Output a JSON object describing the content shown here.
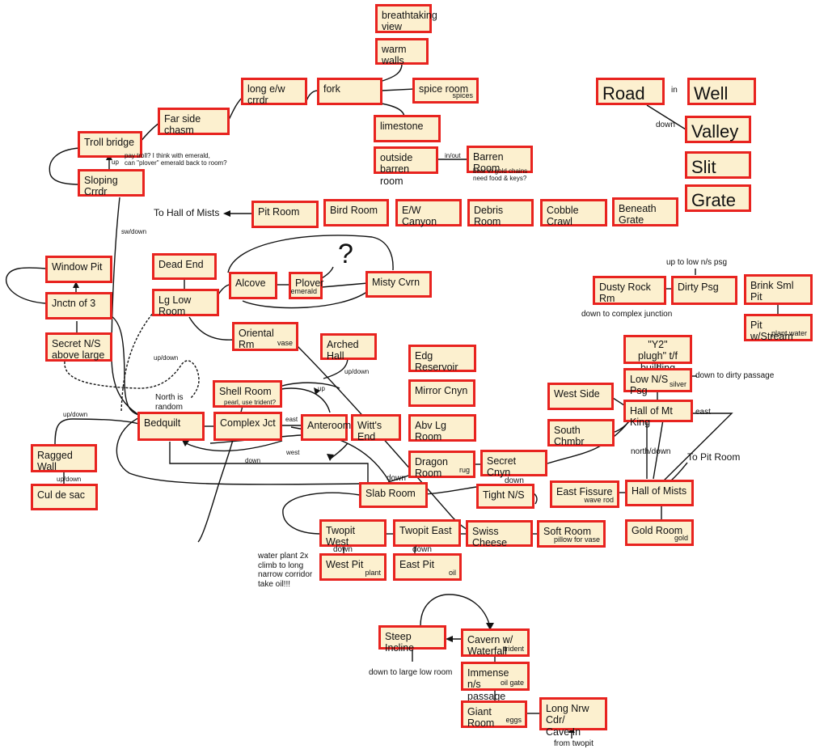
{
  "rooms": {
    "breathtaking": {
      "name": "breathtaking\nview"
    },
    "warm_walls": {
      "name": "warm walls"
    },
    "fork": {
      "name": "fork"
    },
    "spice_room": {
      "name": "spice room",
      "note": "spices"
    },
    "long_ew": {
      "name": "long e/w crrdr"
    },
    "far_side": {
      "name": "Far side chasm"
    },
    "troll_bridge": {
      "name": "Troll bridge"
    },
    "sloping": {
      "name": "Sloping Crrdr"
    },
    "limestone": {
      "name": "limestone"
    },
    "outside_barren": {
      "name": "outside barren\nroom"
    },
    "barren_room": {
      "name": "Barren Room",
      "note": "bear in gold chains\nneed food & keys?"
    },
    "road": {
      "name": "Road"
    },
    "well": {
      "name": "Well"
    },
    "valley": {
      "name": "Valley"
    },
    "slit": {
      "name": "Slit"
    },
    "grate": {
      "name": "Grate"
    },
    "pit_room": {
      "name": "Pit Room"
    },
    "bird_room": {
      "name": "Bird Room"
    },
    "ew_canyon": {
      "name": "E/W Canyon"
    },
    "debris": {
      "name": "Debris Room"
    },
    "cobble": {
      "name": "Cobble Crawl"
    },
    "beneath_grate": {
      "name": "Beneath\nGrate"
    },
    "window_pit": {
      "name": "Window Pit"
    },
    "jnctn3": {
      "name": "Jnctn of 3"
    },
    "secret_ns": {
      "name": "Secret N/S\nabove large"
    },
    "dead_end": {
      "name": "Dead End"
    },
    "lg_low": {
      "name": "Lg Low Room"
    },
    "alcove": {
      "name": "Alcove"
    },
    "plover": {
      "name": "Plover",
      "note": "emerald"
    },
    "misty": {
      "name": "Misty Cvrn"
    },
    "oriental": {
      "name": "Oriental Rm",
      "note": "vase"
    },
    "arched": {
      "name": "Arched Hall"
    },
    "dusty": {
      "name": "Dusty Rock Rm"
    },
    "dirty_psg": {
      "name": "Dirty Psg"
    },
    "brink": {
      "name": "Brink Sml Pit"
    },
    "pit_stream": {
      "name": "Pit w/Stream",
      "note": "plant water"
    },
    "edg_res": {
      "name": "Edg Reservoir"
    },
    "mirror": {
      "name": "Mirror Cnyn"
    },
    "abv_lg": {
      "name": "Abv Lg Room"
    },
    "y2": {
      "name": "\"Y2\"\nplugh\" t/f building"
    },
    "low_ns": {
      "name": "Low N/S Psg",
      "note": "silver"
    },
    "west_side": {
      "name": "West Side"
    },
    "hall_mt_king": {
      "name": "Hall of Mt King"
    },
    "south_chmbr": {
      "name": "South Chmbr"
    },
    "shell": {
      "name": "Shell Room",
      "note": "pearl, use trident?"
    },
    "bedquilt": {
      "name": "Bedquilt"
    },
    "complex": {
      "name": "Complex Jct"
    },
    "anteroom": {
      "name": "Anteroom"
    },
    "witts": {
      "name": "Witt's End"
    },
    "ragged": {
      "name": "Ragged Wall"
    },
    "cul_de_sac": {
      "name": "Cul de sac"
    },
    "dragon": {
      "name": "Dragon Room",
      "note": "rug"
    },
    "secret_cnyn": {
      "name": "Secret Cnyn"
    },
    "slab": {
      "name": "Slab Room"
    },
    "tight_ns": {
      "name": "Tight N/S"
    },
    "east_fissure": {
      "name": "East Fissure",
      "note": "wave rod"
    },
    "hall_mists": {
      "name": "Hall of Mists"
    },
    "twopit_west": {
      "name": "Twopit West"
    },
    "twopit_east": {
      "name": "Twopit East"
    },
    "swiss": {
      "name": "Swiss Cheese"
    },
    "soft": {
      "name": "Soft Room",
      "note": "pillow for vase"
    },
    "gold": {
      "name": "Gold Room",
      "note": "gold"
    },
    "west_pit": {
      "name": "West Pit",
      "note": "plant"
    },
    "east_pit": {
      "name": "East Pit",
      "note": "oil"
    },
    "steep": {
      "name": "Steep Incline"
    },
    "cavern_wf": {
      "name": "Cavern w/\nWaterfall",
      "note": "trident"
    },
    "immense": {
      "name": "Immense n/s\npassage",
      "note": "oil gate"
    },
    "giant": {
      "name": "Giant Room",
      "note": "eggs"
    },
    "long_nrw": {
      "name": "Long Nrw Cdr/\nCave In"
    }
  },
  "labels": {
    "in": "in",
    "down_valley": "down",
    "in_out": "in/out",
    "up_troll": "up",
    "pay_troll": "pay troll? I think with emerald,\ncan \"plover\" emerald back to room?",
    "to_hall_mists": "To Hall of Mists",
    "sw_down": "sw/down",
    "up_low_ns": "up to low n/s psg",
    "down_complex": "down to complex junction",
    "up_down_secret": "up/down",
    "up_down_arched": "up/down",
    "north_random": "North is\nrandom",
    "down_dirty": "down to dirty passage",
    "up_down_ragged": "up/down",
    "up_down_cul": "up/down",
    "up_shell": "up",
    "east_ante": "east",
    "west_ante": "west",
    "east_king": "east",
    "north_down": "north/down",
    "to_pit_room": "To Pit Room",
    "down_bedquilt": "down",
    "down_slab": "down",
    "down_tight": "down",
    "down_twopit_w": "down",
    "down_twopit_e": "down",
    "water_plant": "water plant 2x\nclimb to long\nnarrow corridor\ntake oil!!!",
    "down_large": "down to large low room",
    "from_twopit": "from twopit",
    "question": "?"
  }
}
